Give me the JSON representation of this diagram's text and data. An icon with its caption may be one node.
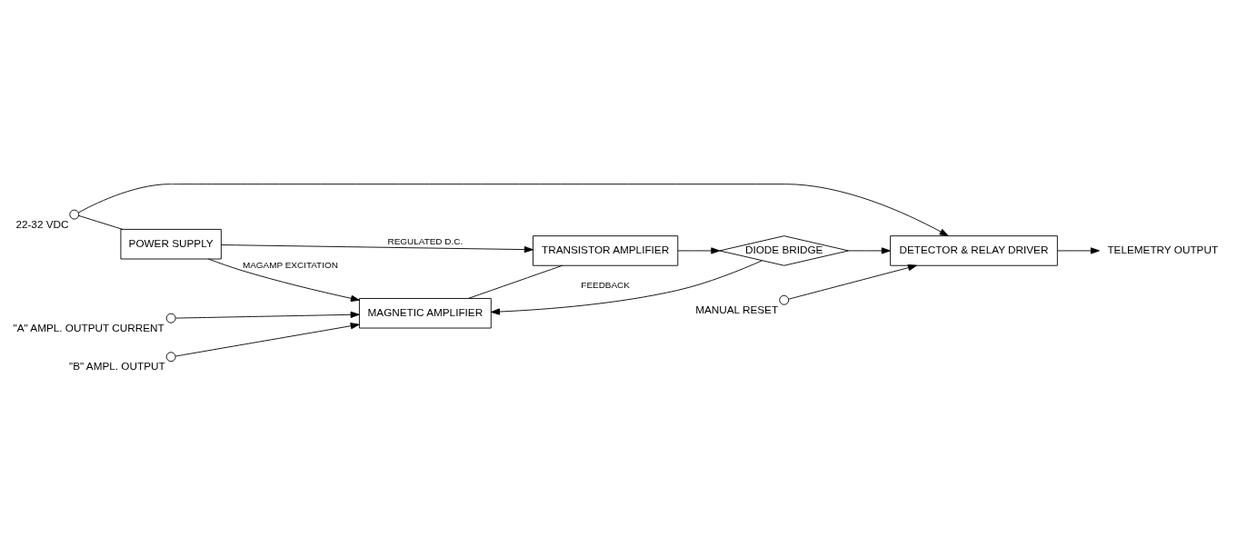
{
  "diagram": {
    "nodes": [
      {
        "text": [],
        "shape": "circle",
        "beside": [
          "22-32 VDC"
        ]
      },
      {
        "text": [
          "POWER SUPPLY"
        ]
      },
      {
        "text": [
          "MAGNETIC AMPLIFIER"
        ]
      },
      {
        "text": [
          "TRANSISTOR AMPLIFIER"
        ]
      },
      {
        "text": [
          "DIODE BRIDGE"
        ]
      },
      {
        "text": [
          "DETECTOR & RELAY DRIVER"
        ]
      },
      {
        "text": [],
        "shape": "circle",
        "beside": [
          "\"A\" AMPL. OUTPUT CURRENT"
        ]
      },
      {
        "text": [],
        "shape": "circle",
        "beside": [
          "\"B\" AMPL. OUTPUT"
        ]
      },
      {
        "text": [],
        "shape": "circle",
        "beside": [
          "MANUAL RESET"
        ]
      },
      {
        "text": [
          "TELEMETRY OUTPUT"
        ]
      }
    ],
    "edges": [
      {
        "from": 0,
        "to": 1,
        "arrow": "none"
      },
      {
        "from": 0,
        "to": 5,
        "arrow": "to"
      },
      {
        "from": 1,
        "to": 2,
        "arrow": "to",
        "label": "MAGAMP EXCITATION"
      },
      {
        "from": 1,
        "to": 3,
        "arrow": "to",
        "label": "REGULATED D.C."
      },
      {
        "from": 6,
        "to": 2,
        "arrow": "to"
      },
      {
        "from": 7,
        "to": 2,
        "arrow": "to"
      },
      {
        "from": 2,
        "to": 3,
        "arrow": "none"
      },
      {
        "from": 3,
        "to": 4,
        "arrow": "to"
      },
      {
        "from": 4,
        "to": 5,
        "arrow": "to"
      },
      {
        "from": 5,
        "to": 9,
        "arrow": "to"
      },
      {
        "from": 4,
        "to": 2,
        "arrow": "to",
        "label": "FEEDBACK"
      },
      {
        "from": 8,
        "to": 5,
        "arrow": "to"
      }
    ]
  }
}
